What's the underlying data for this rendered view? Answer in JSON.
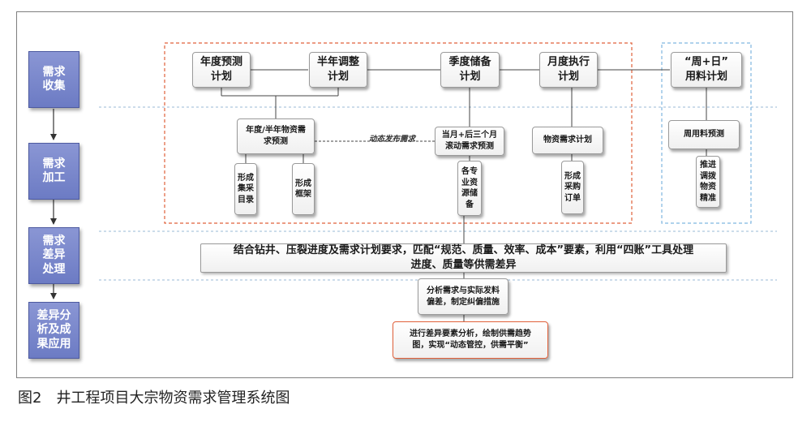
{
  "stages": [
    {
      "id": "collect",
      "label": "需求\n收集"
    },
    {
      "id": "process",
      "label": "需求\n加工"
    },
    {
      "id": "diff",
      "label": "需求\n差异\n处理"
    },
    {
      "id": "apply",
      "label": "差异分\n析及成\n果应用"
    }
  ],
  "top_row": [
    {
      "id": "annual",
      "label": "年度预测\n计划"
    },
    {
      "id": "half",
      "label": "半年调整\n计划"
    },
    {
      "id": "quarter",
      "label": "季度储备\n计划"
    },
    {
      "id": "monthly",
      "label": "月度执行\n计划"
    },
    {
      "id": "weekday",
      "label": "“周+日”\n用料计划"
    }
  ],
  "mid_row": [
    {
      "id": "annual_forecast",
      "label": "年度/半年物资需\n求预测"
    },
    {
      "id": "rolling",
      "label": "当月+后三个月\n滚动需求预测"
    },
    {
      "id": "material_plan",
      "label": "物资需求计划"
    },
    {
      "id": "weekly_forecast",
      "label": "周用料预测"
    }
  ],
  "dynamic_note": "动态发布需求",
  "leaf_boxes": [
    {
      "id": "catalog",
      "label": "形成\n集采\n目录"
    },
    {
      "id": "framework",
      "label": "形成\n框架"
    },
    {
      "id": "reserve",
      "label": "各专\n业资\n源储\n备"
    },
    {
      "id": "order",
      "label": "形成\n采购\n订单"
    },
    {
      "id": "allocate",
      "label": "推进\n调拨\n物资\n精准"
    }
  ],
  "diff_bar": "结合钻井、压裂进度及需求计划要求，匹配“规范、质量、效率、成本”要素，利用“四账”工具处理\n进度、质量等供需差异",
  "analysis_box": "分析需求与实际发料\n偏差，制定纠偏措施",
  "result_box": "进行差异要素分析，绘制供需趋势\n图，实现“动态管控，供需平衡”",
  "caption": "图2　井工程项目大宗物资需求管理系统图",
  "colors": {
    "stage_fill": "#7b89cc",
    "red_dashed": "#e0603a",
    "blue_dashed": "#7fb6e0",
    "separator": "#9ab8d6"
  }
}
